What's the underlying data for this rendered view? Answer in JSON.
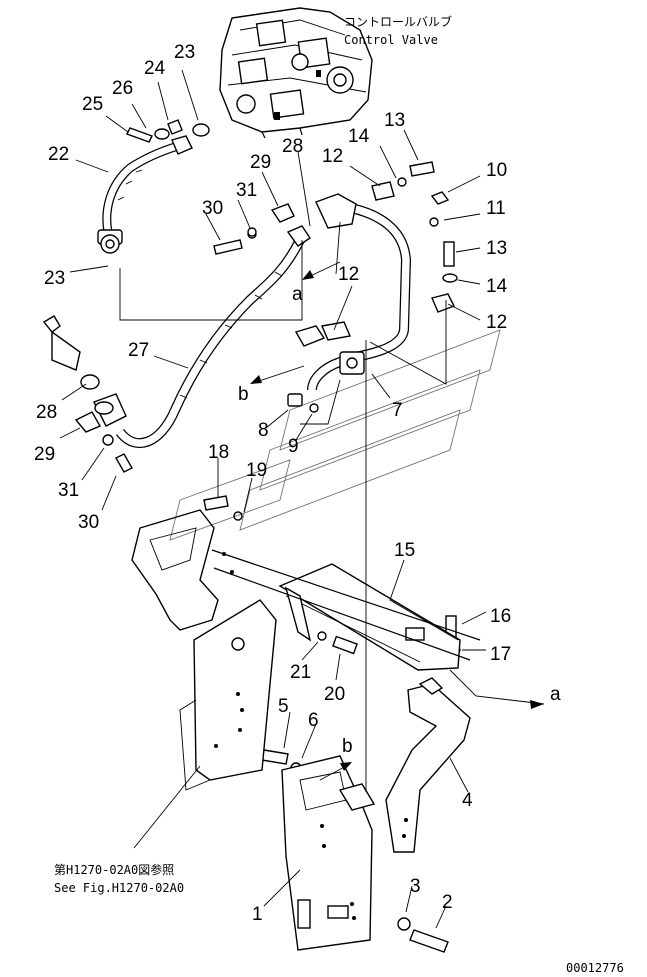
{
  "control_valve": {
    "label_jp": "コントロールバルブ",
    "label_en": "Control Valve"
  },
  "part_numbers": [
    "1",
    "2",
    "3",
    "4",
    "5",
    "6",
    "7",
    "8",
    "9",
    "10",
    "11",
    "12",
    "12",
    "12",
    "13",
    "13",
    "14",
    "14",
    "15",
    "16",
    "17",
    "18",
    "19",
    "20",
    "21",
    "22",
    "23",
    "23",
    "24",
    "25",
    "26",
    "27",
    "28",
    "28",
    "29",
    "29",
    "30",
    "30",
    "31",
    "31"
  ],
  "markers": {
    "a1": "a",
    "a2": "a",
    "b1": "b",
    "b2": "b"
  },
  "reference": {
    "jp": "第H1270-02A0図参照",
    "en": "See Fig.H1270-02A0"
  },
  "drawing_number": "00012776"
}
